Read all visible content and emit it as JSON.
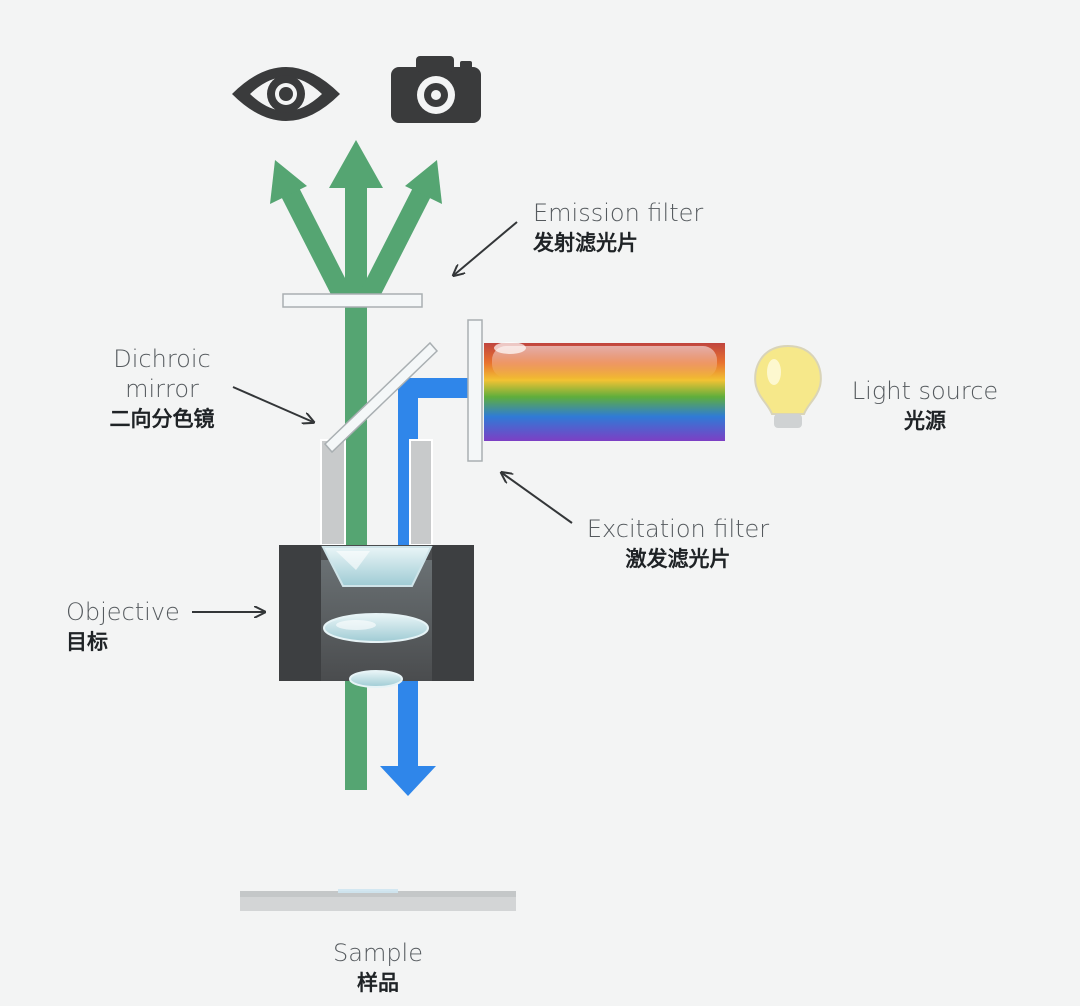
{
  "labels": {
    "emission_filter": {
      "en": "Emission filter",
      "zh": "发射滤光片"
    },
    "dichroic_mirror": {
      "en_line1": "Dichroic",
      "en_line2": "mirror",
      "zh": "二向分色镜"
    },
    "light_source": {
      "en": "Light source",
      "zh": "光源"
    },
    "excitation_filter": {
      "en": "Excitation filter",
      "zh": "激发滤光片"
    },
    "objective": {
      "en": "Objective",
      "zh": "目标"
    },
    "sample": {
      "en": "Sample",
      "zh": "样品"
    }
  },
  "icons": {
    "eye": "eye-icon",
    "camera": "camera-icon",
    "light_bulb": "light-bulb-icon"
  },
  "colors": {
    "emission_light": "#55a572",
    "excitation_light": "#2f86ea",
    "objective_body": "#3d3f41",
    "filter": "#f4f7f8",
    "icon": "#3a3b3c",
    "bulb": "#f6e88a",
    "spectrum": [
      "#c0453f",
      "#e8722f",
      "#f2c233",
      "#5fae3c",
      "#2f7bd6",
      "#7d3fc4"
    ]
  }
}
